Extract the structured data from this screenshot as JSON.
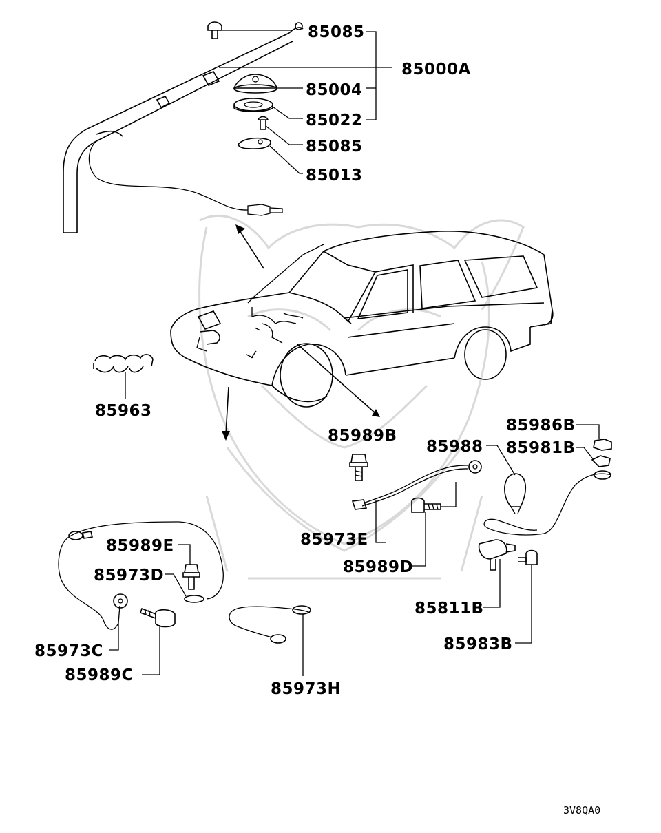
{
  "diagram": {
    "code": "3V8QA0",
    "labels": {
      "p85085_top": "85085",
      "p85000A": "85000A",
      "p85004": "85004",
      "p85022": "85022",
      "p85085_mid": "85085",
      "p85013": "85013",
      "p85963": "85963",
      "p85989B": "85989B",
      "p85988": "85988",
      "p85986B": "85986B",
      "p85981B": "85981B",
      "p85973E": "85973E",
      "p85989D": "85989D",
      "p85811B": "85811B",
      "p85983B": "85983B",
      "p85989E": "85989E",
      "p85973D": "85973D",
      "p85973C": "85973C",
      "p85989C": "85989C",
      "p85973H": "85973H"
    }
  }
}
